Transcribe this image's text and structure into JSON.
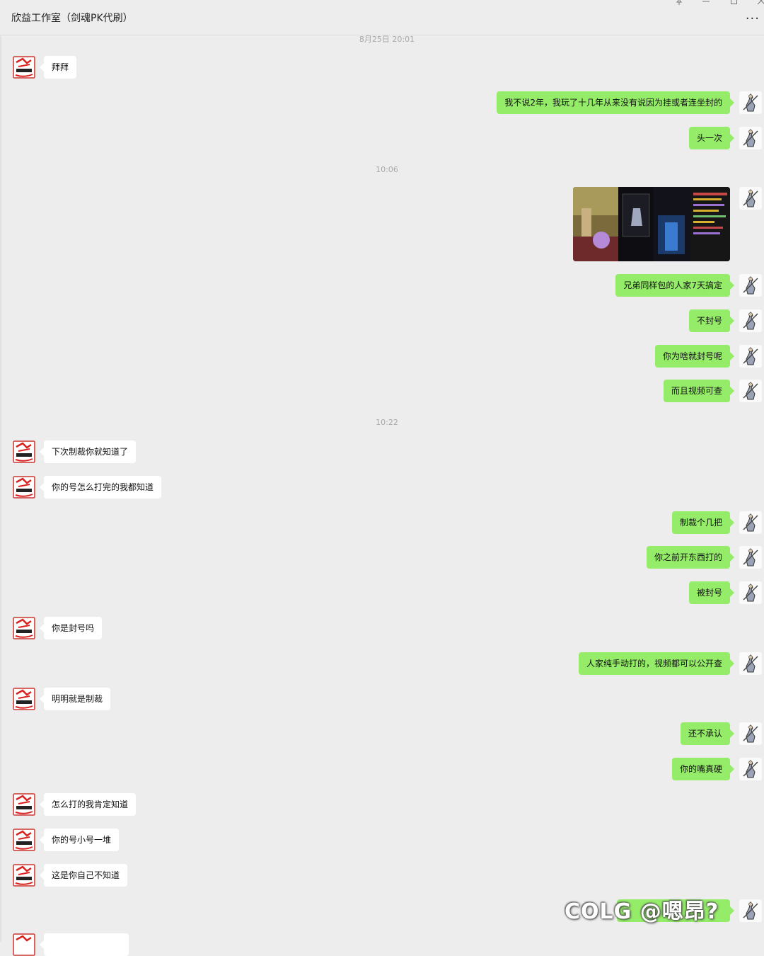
{
  "window": {
    "title": "欣益工作室（剑魂PK代刷）",
    "pin_icon": "pin-icon",
    "minimize_icon": "minimize-icon",
    "maximize_icon": "maximize-icon",
    "close_icon": "close-icon",
    "more_label": "···"
  },
  "colors": {
    "outgoing_bubble": "#95ec69",
    "incoming_bubble": "#ffffff",
    "background": "#ededed"
  },
  "timestamps": {
    "t1": "8月25日 20:01",
    "t2": "10:06",
    "t3": "10:22"
  },
  "messages": {
    "m1": "拜拜",
    "m2": "我不说2年，我玩了十几年从来没有说因为挂或者连坐封的",
    "m3": "头一次",
    "m4": "兄弟同样包的人家7天搞定",
    "m5": "不封号",
    "m6": "你为啥就封号呢",
    "m7": "而且视频可查",
    "m8": "下次制裁你就知道了",
    "m9": "你的号怎么打完的我都知道",
    "m10": "制裁个几把",
    "m11": "你之前开东西打的",
    "m12": "被封号",
    "m13": "你是封号吗",
    "m14": "人家纯手动打的，视频都可以公开查",
    "m15": "明明就是制裁",
    "m16": "还不承认",
    "m17": "你的嘴真硬",
    "m18": "怎么打的我肯定知道",
    "m19": "你的号小号一堆",
    "m20": "这是你自己不知道"
  },
  "image_message": {
    "description_icon": "game-screenshot-image"
  },
  "watermark": "COLG @嗯昂?"
}
